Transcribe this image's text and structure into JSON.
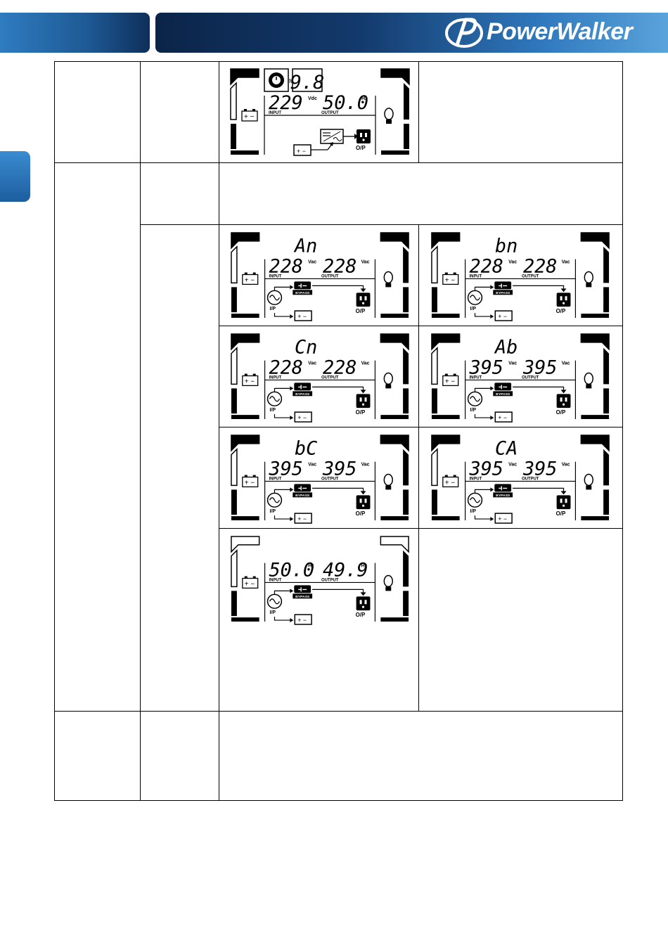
{
  "header": {
    "brand": "PowerWalker"
  },
  "icons": {
    "logo": "powerwalker-swirl-icon",
    "battery": "battery-icon",
    "bulb": "load-bulb-icon",
    "outlet": "outlet-icon",
    "ac_source": "ac-sine-icon",
    "bypass": "bypass-icon",
    "inverter": "inverter-icon",
    "clock": "timer-icon"
  },
  "colors": {
    "header_dark": "#0b2448",
    "header_light": "#5aa3db",
    "tab": "#2f7cc0"
  },
  "lcds": [
    {
      "id": "battery",
      "top": "9.8",
      "m": "M",
      "left": "229",
      "left_unit": "Vdc",
      "right": "50.0",
      "right_unit": "Hz",
      "input_label": "INPUT",
      "output_label": "OUTPUT",
      "op_label": "O/P"
    },
    {
      "id": "an",
      "top": "An",
      "left": "228",
      "left_unit": "Vac",
      "right": "228",
      "right_unit": "Vac",
      "input_label": "INPUT",
      "output_label": "OUTPUT",
      "bypass_label": "BYPASS",
      "ip_label": "I/P",
      "op_label": "O/P"
    },
    {
      "id": "bn",
      "top": "bn",
      "left": "228",
      "left_unit": "Vac",
      "right": "228",
      "right_unit": "Vac",
      "input_label": "INPUT",
      "output_label": "OUTPUT",
      "bypass_label": "BYPASS",
      "ip_label": "I/P",
      "op_label": "O/P"
    },
    {
      "id": "cn",
      "top": "Cn",
      "left": "228",
      "left_unit": "Vac",
      "right": "228",
      "right_unit": "Vac",
      "input_label": "INPUT",
      "output_label": "OUTPUT",
      "bypass_label": "BYPASS",
      "ip_label": "I/P",
      "op_label": "O/P"
    },
    {
      "id": "ab",
      "top": "Ab",
      "left": "395",
      "left_unit": "Vac",
      "right": "395",
      "right_unit": "Vac",
      "input_label": "INPUT",
      "output_label": "OUTPUT",
      "bypass_label": "BYPASS",
      "ip_label": "I/P",
      "op_label": "O/P"
    },
    {
      "id": "bc",
      "top": "bC",
      "left": "395",
      "left_unit": "Vac",
      "right": "395",
      "right_unit": "Vac",
      "input_label": "INPUT",
      "output_label": "OUTPUT",
      "bypass_label": "BYPASS",
      "ip_label": "I/P",
      "op_label": "O/P"
    },
    {
      "id": "ca",
      "top": "CA",
      "left": "395",
      "left_unit": "Vac",
      "right": "395",
      "right_unit": "Vac",
      "input_label": "INPUT",
      "output_label": "OUTPUT",
      "bypass_label": "BYPASS",
      "ip_label": "I/P",
      "op_label": "O/P"
    },
    {
      "id": "freq",
      "top": "",
      "left": "50.0",
      "left_unit": "Hz",
      "right": "49.9",
      "right_unit": "Hz",
      "input_label": "INPUT",
      "output_label": "OUTPUT",
      "bypass_label": "BYPASS",
      "ip_label": "I/P",
      "op_label": "O/P"
    }
  ]
}
